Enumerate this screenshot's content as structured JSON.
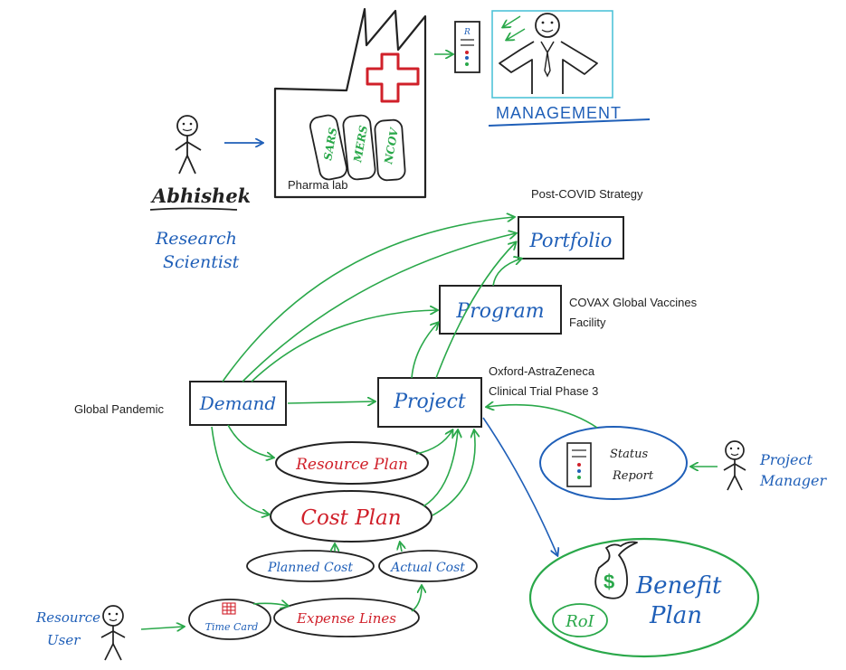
{
  "lab": {
    "label": "Pharma lab",
    "vials": [
      "SARS",
      "MERS",
      "NCOV"
    ]
  },
  "management": {
    "label": "MANAGEMENT"
  },
  "scientist": {
    "name": "Abhishek",
    "role_line1": "Research",
    "role_line2": "Scientist"
  },
  "nodes": {
    "portfolio": "Portfolio",
    "program": "Program",
    "project": "Project",
    "demand": "Demand",
    "resource_plan": "Resource Plan",
    "cost_plan": "Cost Plan",
    "planned_cost": "Planned Cost",
    "actual_cost": "Actual Cost",
    "time_card": "Time Card",
    "expense_lines": "Expense Lines",
    "status_report_line1": "Status",
    "status_report_line2": "Report",
    "benefit_plan_line1": "Benefit",
    "benefit_plan_line2": "Plan",
    "roi": "RoI"
  },
  "annotations": {
    "portfolio": "Post-COVID Strategy",
    "program_line1": "COVAX Global Vaccines",
    "program_line2": "Facility",
    "project_line1": "Oxford-AstraZeneca",
    "project_line2": "Clinical Trial Phase 3",
    "demand": "Global Pandemic"
  },
  "actors": {
    "project_manager_line1": "Project",
    "project_manager_line2": "Manager",
    "resource_user_line1": "Resource",
    "resource_user_line2": "User"
  },
  "colors": {
    "ink": "#222222",
    "blue": "#1f5fb8",
    "red": "#d0202a",
    "green": "#2aa84a",
    "cyan": "#4fc3d9"
  }
}
